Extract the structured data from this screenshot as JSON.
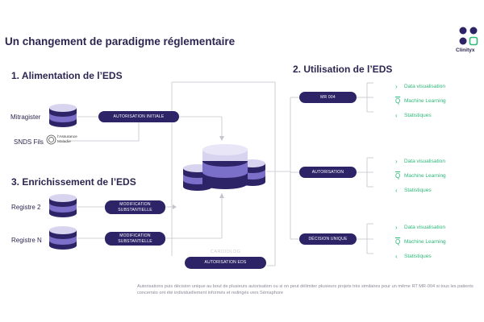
{
  "title": "Un changement de paradigme réglementaire",
  "logo": {
    "name": "Clinityx",
    "color_dark": "#2d2468",
    "color_accent": "#2eb87a"
  },
  "sections": {
    "alimentation": "1. Alimentation de l’EDS",
    "utilisation": "2. Utilisation de l’EDS",
    "enrichissement": "3. Enrichissement de l’EDS"
  },
  "sources": {
    "mitragister": "Mitragister",
    "snds": "SNDS Fils",
    "registre2": "Registre 2",
    "registreN": "Registre N"
  },
  "assurance_logo": {
    "line1": "l’Assurance",
    "line2": "Maladie"
  },
  "pills": {
    "autorisation_initiale": "Autorisation initiale",
    "modif1_line1": "Modification",
    "modif1_line2": "substantielle",
    "modif2_line1": "Modification",
    "modif2_line2": "substantielle",
    "autorisation_eds": "Autorisation EDS",
    "mr004": "MR 004",
    "autorisation": "Autorisation",
    "decision_unique": "Décision unique"
  },
  "ghost_label": "CARDIOLOG",
  "use_groups": [
    {
      "items": [
        "Data visualisation",
        "Machine Learning",
        "Statistiques"
      ]
    },
    {
      "items": [
        "Data visualisation",
        "Machine Learning",
        "Statistiques"
      ]
    },
    {
      "items": [
        "Data visualisation",
        "Machine Learning",
        "Statistiques"
      ]
    }
  ],
  "use_icons": [
    "chevron-right-icon",
    "q-icon",
    "chevron-left-icon"
  ],
  "colors": {
    "db_dark": "#2d2468",
    "db_mid": "#7a6fc9",
    "db_light": "#d8d4f0",
    "line": "#c4c4cc",
    "accent": "#2eb87a"
  },
  "footnote": "Autorisations puis décision unique au bout de plusieurs autorisation ou si on peut délimiter plusieurs projets très similaires pour un même RT MR-004 si tous les patients concernés ont été individuellement informés et redirigés vers Sémaphore"
}
